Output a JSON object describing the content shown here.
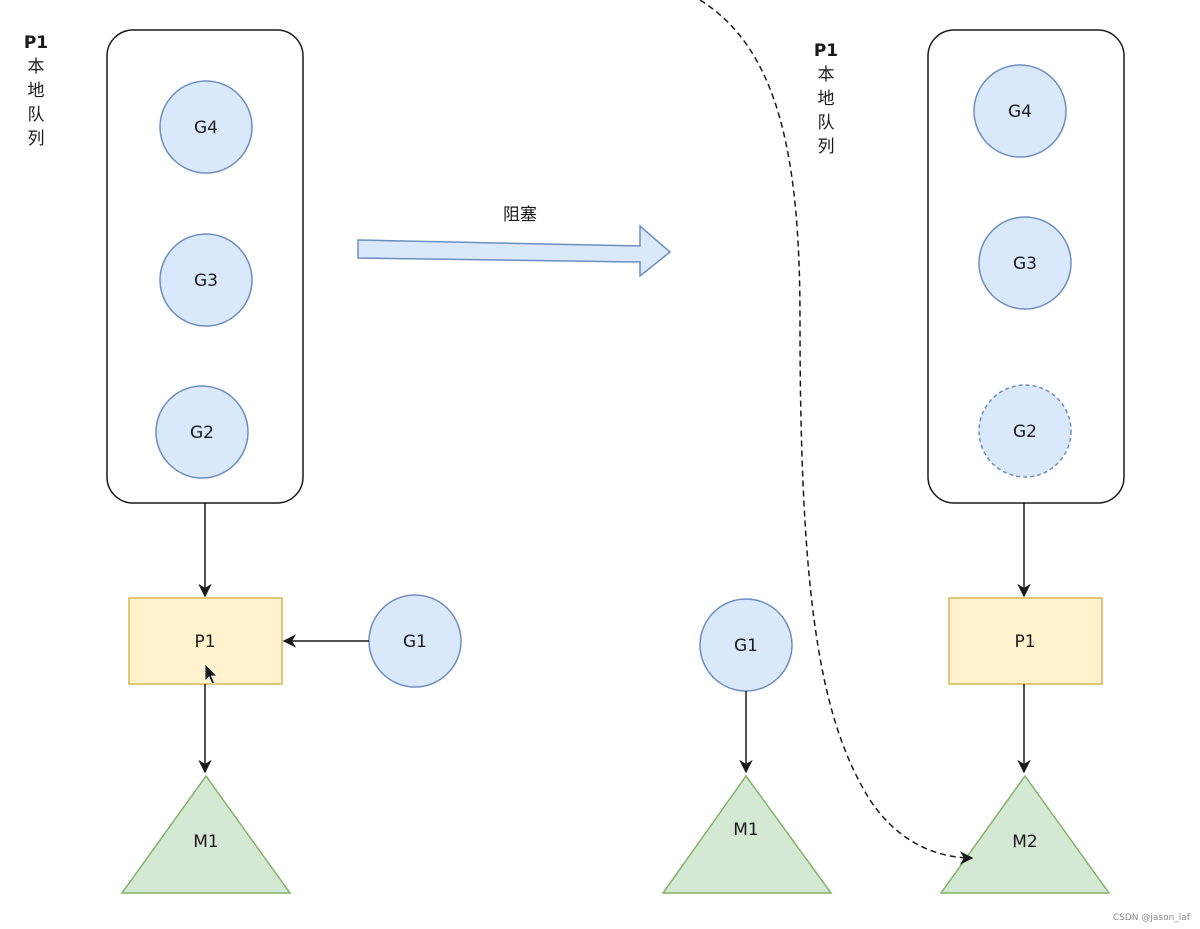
{
  "colors": {
    "goroutine_fill": "#dae8fc",
    "goroutine_stroke": "#6c8ebf",
    "processor_fill": "#fff2cc",
    "processor_stroke": "#d6b656",
    "machine_fill": "#d5e8d4",
    "machine_stroke": "#82b366",
    "queue_stroke": "#1a1a1a",
    "edge": "#1a1a1a",
    "block_arrow_fill": "#dae8fc",
    "block_arrow_stroke": "#6c8ebf"
  },
  "left": {
    "queue_label": [
      "P1",
      "本",
      "地",
      "队",
      "列"
    ],
    "queue": [
      "G4",
      "G3",
      "G2"
    ],
    "processor": "P1",
    "incoming_goroutine": "G1",
    "machine": "M1"
  },
  "transition": {
    "label": "阻塞"
  },
  "right": {
    "queue_label": [
      "P1",
      "本",
      "地",
      "队",
      "列"
    ],
    "queue": [
      "G4",
      "G3",
      "G2"
    ],
    "detached_goroutine": "G1",
    "detached_machine": "M1",
    "processor": "P1",
    "machine": "M2"
  },
  "watermark": "CSDN @jason_laf"
}
